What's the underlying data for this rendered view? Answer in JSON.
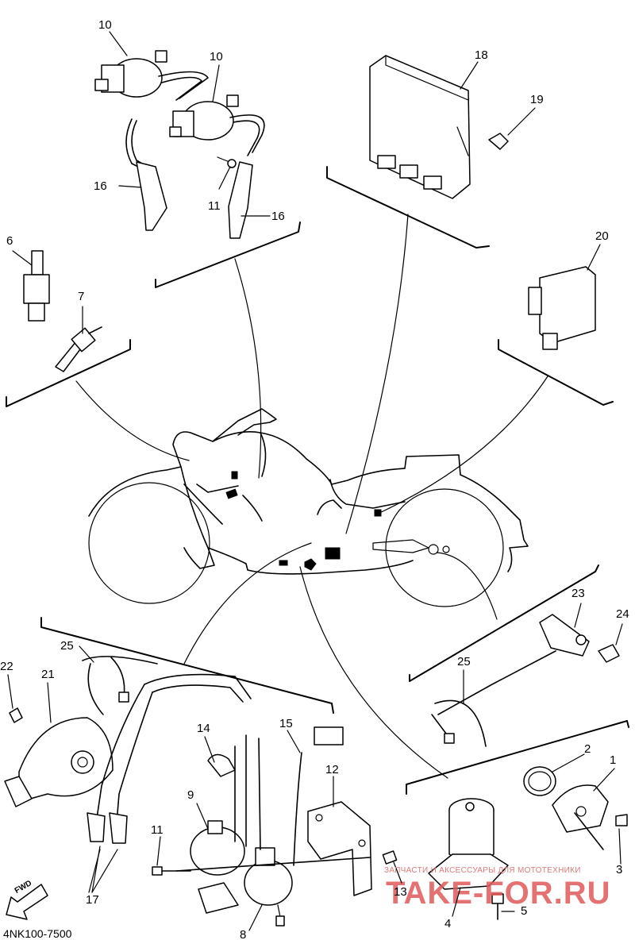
{
  "diagram": {
    "part_labels": [
      {
        "id": "10a",
        "text": "10"
      },
      {
        "id": "10b",
        "text": "10"
      },
      {
        "id": "16a",
        "text": "16"
      },
      {
        "id": "11a",
        "text": "11"
      },
      {
        "id": "16b",
        "text": "16"
      },
      {
        "id": "18",
        "text": "18"
      },
      {
        "id": "19",
        "text": "19"
      },
      {
        "id": "6",
        "text": "6"
      },
      {
        "id": "7",
        "text": "7"
      },
      {
        "id": "20",
        "text": "20"
      },
      {
        "id": "23",
        "text": "23"
      },
      {
        "id": "24",
        "text": "24"
      },
      {
        "id": "25a",
        "text": "25"
      },
      {
        "id": "22",
        "text": "22"
      },
      {
        "id": "21",
        "text": "21"
      },
      {
        "id": "25b",
        "text": "25"
      },
      {
        "id": "14",
        "text": "14"
      },
      {
        "id": "15",
        "text": "15"
      },
      {
        "id": "12",
        "text": "12"
      },
      {
        "id": "2",
        "text": "2"
      },
      {
        "id": "1",
        "text": "1"
      },
      {
        "id": "9",
        "text": "9"
      },
      {
        "id": "11b",
        "text": "11"
      },
      {
        "id": "17",
        "text": "17"
      },
      {
        "id": "13",
        "text": "13"
      },
      {
        "id": "3",
        "text": "3"
      },
      {
        "id": "5",
        "text": "5"
      },
      {
        "id": "4",
        "text": "4"
      },
      {
        "id": "8",
        "text": "8"
      }
    ],
    "drawing_code": "4NK100-7500",
    "fwd_arrow_text": "FWD"
  },
  "watermark": {
    "slogan": "ЗАПЧАСТИ И АКСЕССУАРЫ ДЛЯ МОТОТЕХНИКИ",
    "brand": "TAKE-FOR.RU",
    "color": "#e05a5a"
  }
}
